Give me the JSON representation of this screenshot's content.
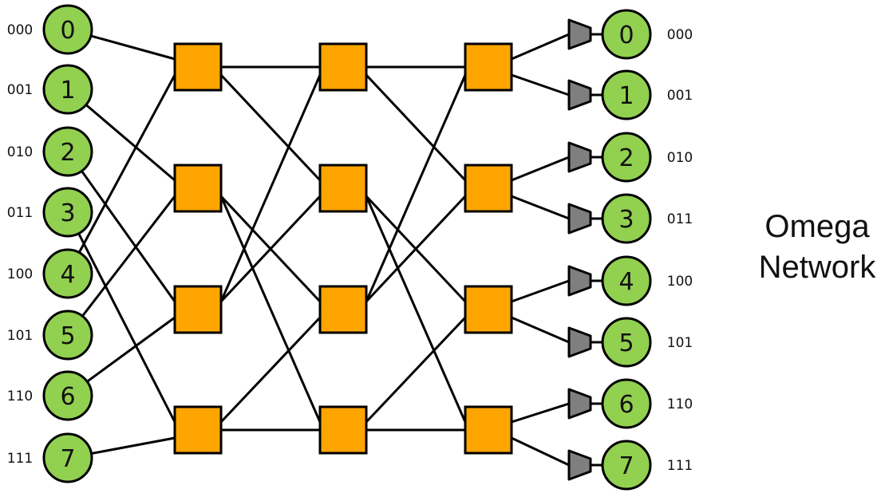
{
  "title_lines": [
    "Omega",
    "Network"
  ],
  "colors": {
    "node_fill": "#92d050",
    "switch_fill": "#ffa500",
    "demux_fill": "#7f7f7f",
    "stroke": "#000000"
  },
  "inputs": [
    {
      "id": "0",
      "binary": "000"
    },
    {
      "id": "1",
      "binary": "001"
    },
    {
      "id": "2",
      "binary": "010"
    },
    {
      "id": "3",
      "binary": "011"
    },
    {
      "id": "4",
      "binary": "100"
    },
    {
      "id": "5",
      "binary": "101"
    },
    {
      "id": "6",
      "binary": "110"
    },
    {
      "id": "7",
      "binary": "111"
    }
  ],
  "outputs": [
    {
      "id": "0",
      "binary": "000"
    },
    {
      "id": "1",
      "binary": "001"
    },
    {
      "id": "2",
      "binary": "010"
    },
    {
      "id": "3",
      "binary": "011"
    },
    {
      "id": "4",
      "binary": "100"
    },
    {
      "id": "5",
      "binary": "101"
    },
    {
      "id": "6",
      "binary": "110"
    },
    {
      "id": "7",
      "binary": "111"
    }
  ],
  "stages": 3,
  "switches_per_stage": 4,
  "input_connections": [
    {
      "input": 0,
      "switch": 0
    },
    {
      "input": 1,
      "switch": 1
    },
    {
      "input": 2,
      "switch": 2
    },
    {
      "input": 3,
      "switch": 3
    },
    {
      "input": 4,
      "switch": 0
    },
    {
      "input": 5,
      "switch": 1
    },
    {
      "input": 6,
      "switch": 2
    },
    {
      "input": 7,
      "switch": 3
    }
  ],
  "interstage_connections": [
    {
      "from": 0,
      "to": 0
    },
    {
      "from": 0,
      "to": 1
    },
    {
      "from": 1,
      "to": 2
    },
    {
      "from": 1,
      "to": 3
    },
    {
      "from": 2,
      "to": 0
    },
    {
      "from": 2,
      "to": 1
    },
    {
      "from": 3,
      "to": 2
    },
    {
      "from": 3,
      "to": 3
    }
  ]
}
